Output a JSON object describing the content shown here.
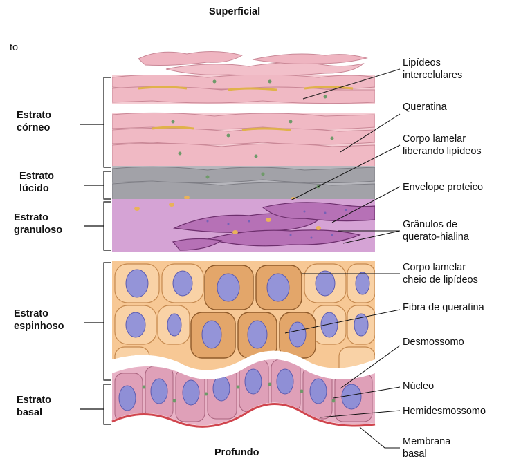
{
  "titles": {
    "top": "Superficial",
    "bottom": "Profundo",
    "corner": "to"
  },
  "strata": [
    {
      "line1": "Estrato",
      "line2": "córneo"
    },
    {
      "line1": "Estrato",
      "line2": "lúcido"
    },
    {
      "line1": "Estrato",
      "line2": "granuloso"
    },
    {
      "line1": "Estrato",
      "line2": "espinhoso"
    },
    {
      "line1": "Estrato",
      "line2": "basal"
    }
  ],
  "callouts": [
    {
      "line1": "Lipídeos",
      "line2": "intercelulares"
    },
    {
      "line1": "Queratina",
      "line2": ""
    },
    {
      "line1": "Corpo lamelar",
      "line2": "liberando lipídeos"
    },
    {
      "line1": "Envelope proteico",
      "line2": ""
    },
    {
      "line1": "Grânulos de",
      "line2": "querato-hialina"
    },
    {
      "line1": "Corpo lamelar",
      "line2": "cheio de lipídeos"
    },
    {
      "line1": "Fibra de queratina",
      "line2": ""
    },
    {
      "line1": "Desmossomo",
      "line2": ""
    },
    {
      "line1": "Núcleo",
      "line2": ""
    },
    {
      "line1": "Hemidesmossomo",
      "line2": ""
    },
    {
      "line1": "Membrana",
      "line2": "basal"
    }
  ],
  "colors": {
    "corneum": "#f2c4cc",
    "lucidum": "#a9a9ae",
    "granulosum": "#c68ac6",
    "spinosum": "#f6c592",
    "spinosum_dark": "#cf8a4a",
    "basal": "#e3a9bf",
    "nucleus": "#8f8fd6",
    "membrane": "#d0454e",
    "desmosome": "#7a9a6a"
  }
}
